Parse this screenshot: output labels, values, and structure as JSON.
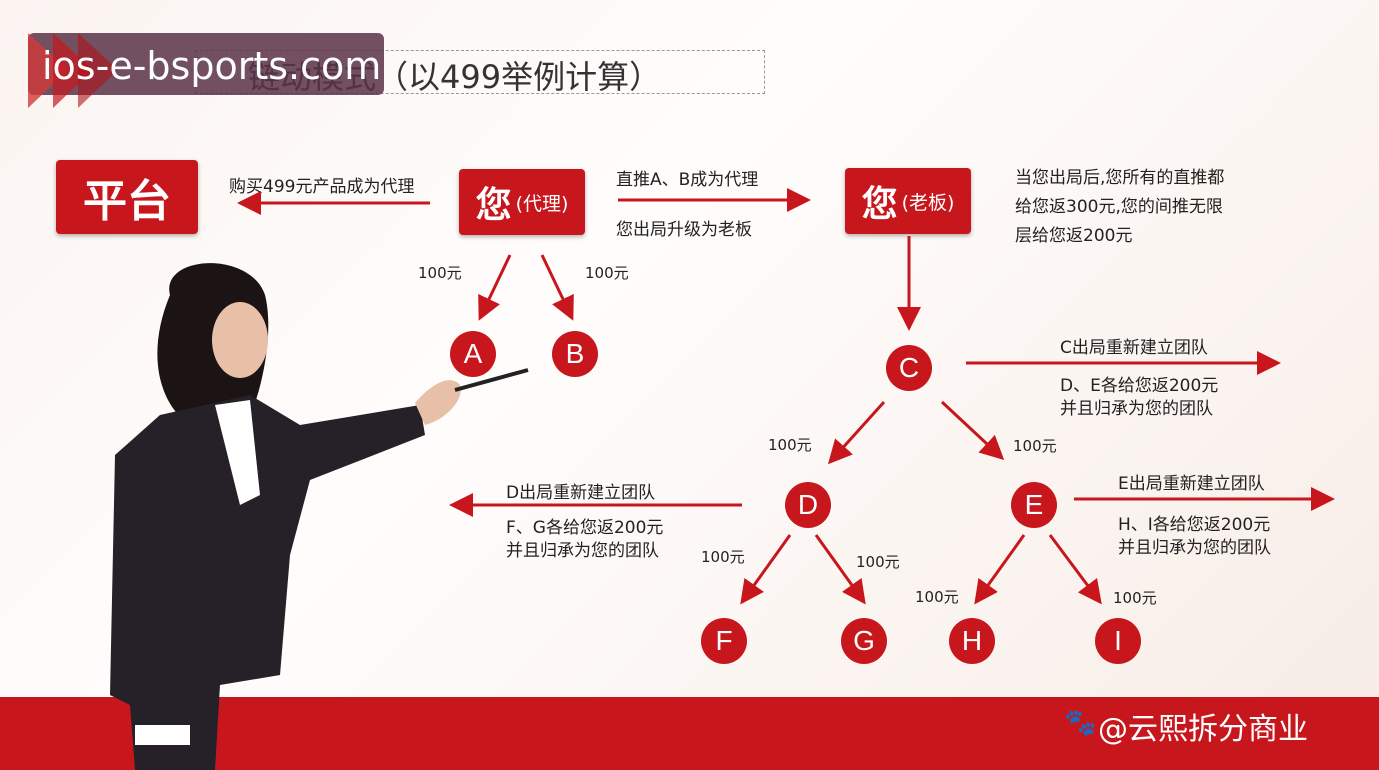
{
  "title": "链动模式（以499举例计算）",
  "watermark": "ios-e-bsports.com",
  "platform": "平台",
  "agent": {
    "main": "您",
    "sub": "(代理)"
  },
  "boss": {
    "main": "您",
    "sub": "(老板)"
  },
  "buy_label": "购买499元产品成为代理",
  "promote_line1": "直推A、B成为代理",
  "promote_line2": "您出局升级为老板",
  "boss_note": [
    "当您出局后,您所有的直推都",
    "给您返300元,您的间推无限",
    "层给您返200元"
  ],
  "nodes": {
    "A": "A",
    "B": "B",
    "C": "C",
    "D": "D",
    "E": "E",
    "F": "F",
    "G": "G",
    "H": "H",
    "I": "I"
  },
  "amount": "100元",
  "c_note": {
    "title": "C出局重新建立团队",
    "line1": "D、E各给您返200元",
    "line2": "并且归承为您的团队"
  },
  "d_note": {
    "title": "D出局重新建立团队",
    "line1": "F、G各给您返200元",
    "line2": "并且归承为您的团队"
  },
  "e_note": {
    "title": "E出局重新建立团队",
    "line1": "H、I各给您返200元",
    "line2": "并且归承为您的团队"
  },
  "footer": "@云熙拆分商业",
  "colors": {
    "accent": "#c8161d"
  }
}
